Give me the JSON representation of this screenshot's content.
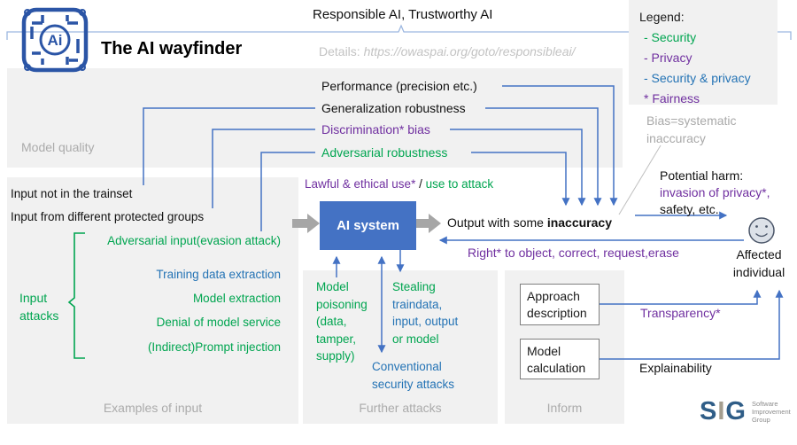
{
  "header": {
    "title": "The AI wayfinder",
    "brace_label": "Responsible AI, Trustworthy AI",
    "details_label": "Details:",
    "details_url": "https://owaspai.org/goto/responsibleai/",
    "logo_text": "Ai"
  },
  "legend": {
    "title": "Legend:",
    "items": [
      {
        "label": "- Security",
        "color": "#00A550"
      },
      {
        "label": "- Privacy",
        "color": "#7030A0"
      },
      {
        "label": "- Security & privacy",
        "color": "#2473B5"
      },
      {
        "label": "* Fairness",
        "color": "#7030A0"
      }
    ]
  },
  "model_quality": {
    "section_label": "Model quality",
    "items": [
      {
        "label": "Performance (precision etc.)",
        "color": "#1a1a1a"
      },
      {
        "label": "Generalization robustness",
        "color": "#1a1a1a"
      },
      {
        "label": "Discrimination* bias",
        "color": "#7030A0"
      },
      {
        "label": "Adversarial robustness",
        "color": "#00A550"
      }
    ]
  },
  "inputs": {
    "section_label": "Examples of input",
    "not_in_trainset": "Input not in the trainset",
    "protected_groups": "Input from different protected groups",
    "adversarial_input": "Adversarial input(evasion attack)",
    "training_data_extraction": "Training data extraction",
    "model_extraction": "Model extraction",
    "denial_of_service": "Denial of model service",
    "prompt_injection": "(Indirect)Prompt injection",
    "attacks_label_1": "Input",
    "attacks_label_2": "attacks"
  },
  "system": {
    "lawful_use": "Lawful & ethical use*",
    "separator": " / ",
    "use_to_attack": "use to attack",
    "box_label": "AI system",
    "output_prefix": "Output with some ",
    "output_bold": "inaccuracy",
    "right_to_object": "Right* to object, correct, request,erase"
  },
  "further_attacks": {
    "section_label": "Further attacks",
    "poisoning": [
      "Model",
      "poisoning",
      "(data,",
      "tamper,",
      "supply)"
    ],
    "stealing_1": "Stealing",
    "stealing_2": "traindata,",
    "stealing_3": "input, output",
    "stealing_4": "or model",
    "conventional_1": "Conventional",
    "conventional_2": "security attacks"
  },
  "harm": {
    "bias_note": "Bias=systematic inaccuracy",
    "potential_harm": "Potential harm:",
    "privacy_invasion": "invasion of privacy*,",
    "safety": "safety, etc.",
    "affected_1": "Affected",
    "affected_2": "individual"
  },
  "inform": {
    "section_label": "Inform",
    "approach_box": "Approach description",
    "model_box": "Model calculation",
    "transparency": "Transparency*",
    "explainability": "Explainability"
  },
  "footer_logo": {
    "sig_s": "S",
    "sig_i": "I",
    "sig_g": "G",
    "org_1": "Software",
    "org_2": "Improvement",
    "org_3": "Group"
  },
  "colors": {
    "green": "#00A550",
    "purple": "#7030A0",
    "blue_text": "#2473B5",
    "line_blue": "#4472C4",
    "gray_text": "#A9A9A9",
    "section_bg": "#F1F1F1",
    "ai_box": "#4472C4",
    "logo_blue": "#2B55A6"
  }
}
